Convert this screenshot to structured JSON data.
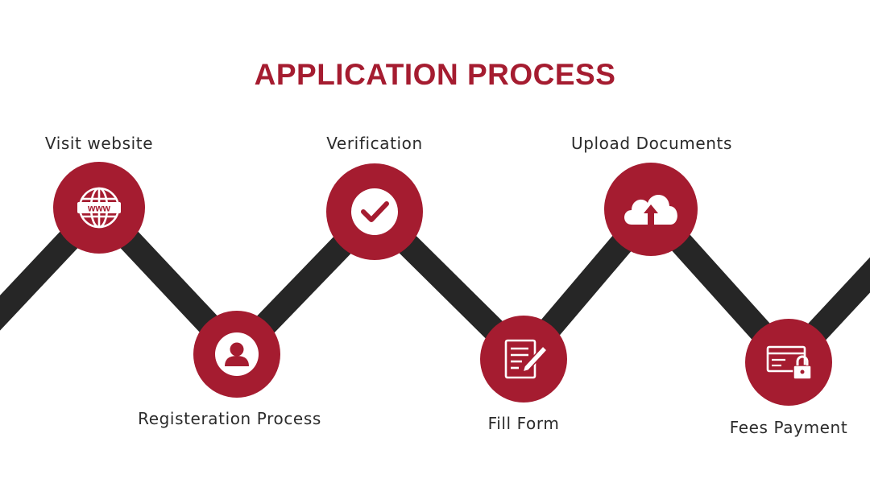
{
  "title": "APPLICATION PROCESS",
  "colors": {
    "accent": "#a51c30",
    "path": "#262626",
    "text": "#2b2b2b",
    "icon": "#ffffff"
  },
  "steps": [
    {
      "label": "Visit website",
      "icon": "www-globe-icon"
    },
    {
      "label": "Registeration Process",
      "icon": "user-icon"
    },
    {
      "label": "Verification",
      "icon": "checkmark-icon"
    },
    {
      "label": "Fill Form",
      "icon": "form-pen-icon"
    },
    {
      "label": "Upload Documents",
      "icon": "cloud-upload-icon"
    },
    {
      "label": "Fees Payment",
      "icon": "card-lock-icon"
    }
  ]
}
